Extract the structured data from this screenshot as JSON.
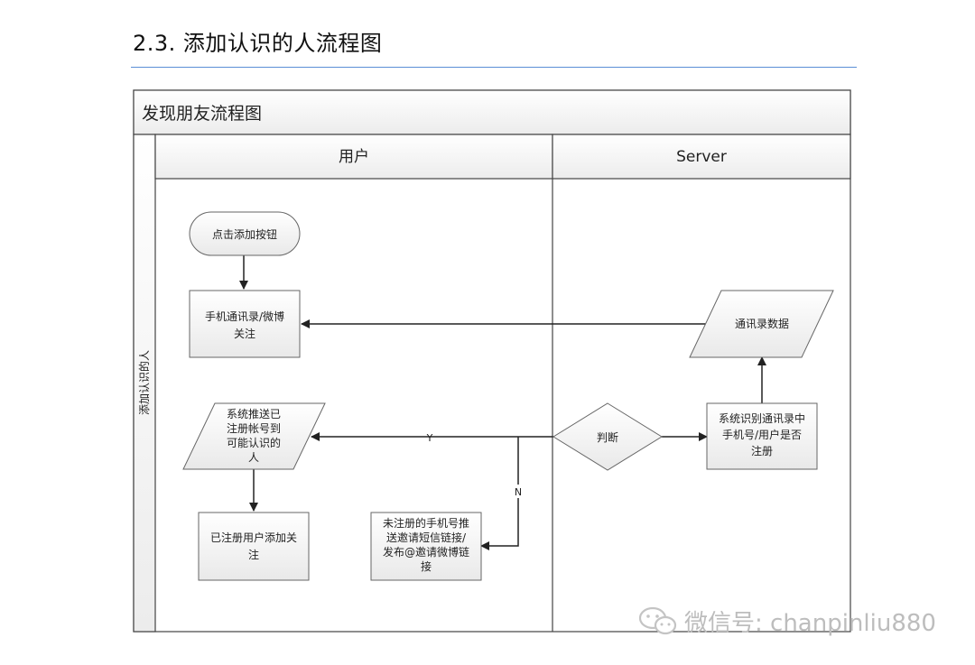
{
  "heading": "2.3.  添加认识的人流程图",
  "diagram": {
    "title": "发现朋友流程图",
    "pool_label": "添加认识的人",
    "lanes": [
      "用户",
      "Server"
    ],
    "nodes": {
      "start": [
        "点击添加按钮"
      ],
      "contacts": [
        "手机通讯录/微博",
        "关注"
      ],
      "contacts_data": [
        "通讯录数据"
      ],
      "recommend": [
        "系统推送已",
        "注册帐号到",
        "可能认识的",
        "人"
      ],
      "follow": [
        "已注册用户添加关",
        "注"
      ],
      "invite": [
        "未注册的手机号推",
        "送邀请短信链接/",
        "发布@邀请微博链",
        "接"
      ],
      "decision": [
        "判断"
      ],
      "identify": [
        "系统识别通讯录中",
        "手机号/用户是否",
        "注册"
      ]
    },
    "edge_labels": {
      "yes": "Y",
      "no": "N"
    }
  },
  "watermark": {
    "icon": "wechat-icon",
    "text": "微信号: chanpinliu880"
  }
}
